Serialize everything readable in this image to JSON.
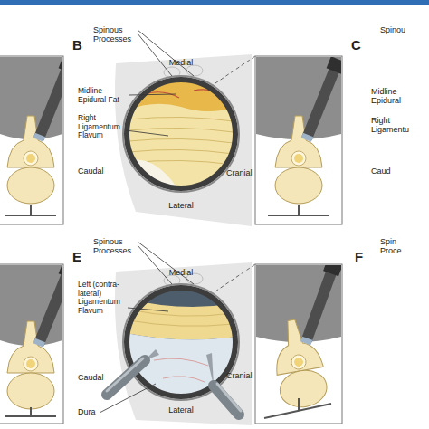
{
  "diagram": {
    "labels": [
      "B",
      "Spinous Processes",
      "Medial",
      "Midline Epidural Fat",
      "Right Ligamentum Flavum",
      "Caudal",
      "Cranial",
      "Lateral",
      "C",
      "Spinou",
      "Midline",
      "Epidural",
      "Right",
      "Ligamentu",
      "Caud",
      "E",
      "Spinous Processes",
      "Medial",
      "Left (contra-lateral) Ligamentum Flavum",
      "Caudal",
      "Dura",
      "Cranial",
      "Lateral",
      "F",
      "Spin",
      "Proce"
    ]
  }
}
